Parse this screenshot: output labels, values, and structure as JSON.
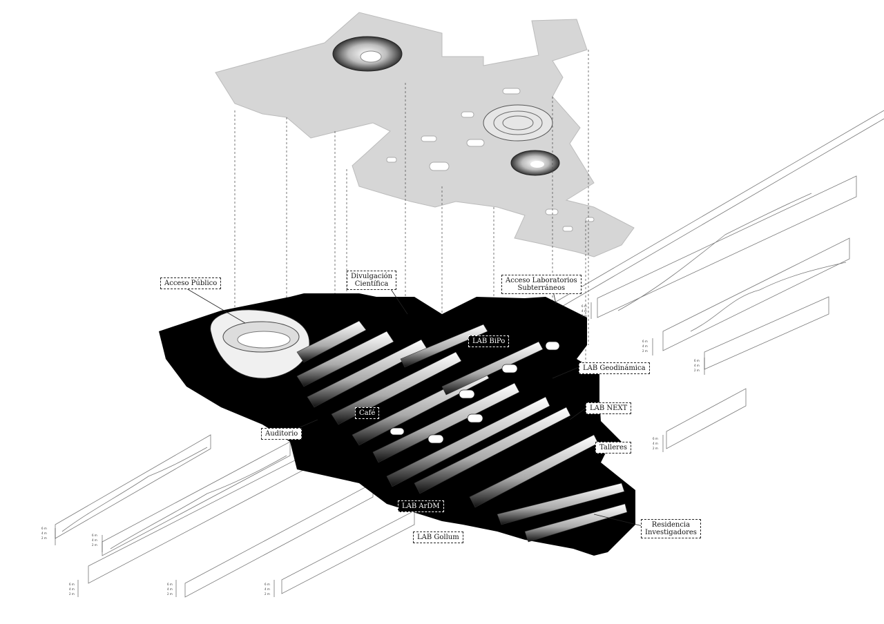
{
  "labels": {
    "acceso_publico": "Acceso Público",
    "divulgacion_1": "Divulgación",
    "divulgacion_2": "Científica",
    "acceso_lab_1": "Acceso Laboratorios",
    "acceso_lab_2": "Subterráneos",
    "lab_bipo": "LAB BiPo",
    "lab_geodinamica": "LAB Geodinámica",
    "lab_next": "LAB NEXT",
    "talleres": "Talleres",
    "cafe": "Café",
    "auditorio": "Auditorio",
    "lab_ardm": "LAB ArDM",
    "lab_gollum": "LAB Gollum",
    "residencia_1": "Residencia",
    "residencia_2": "Investigadores"
  },
  "scale_ticks": [
    "6 m",
    "4 m",
    "2 m"
  ],
  "colors": {
    "ink": "#000000",
    "slab": "#d9d9d9",
    "paper": "#ffffff"
  }
}
